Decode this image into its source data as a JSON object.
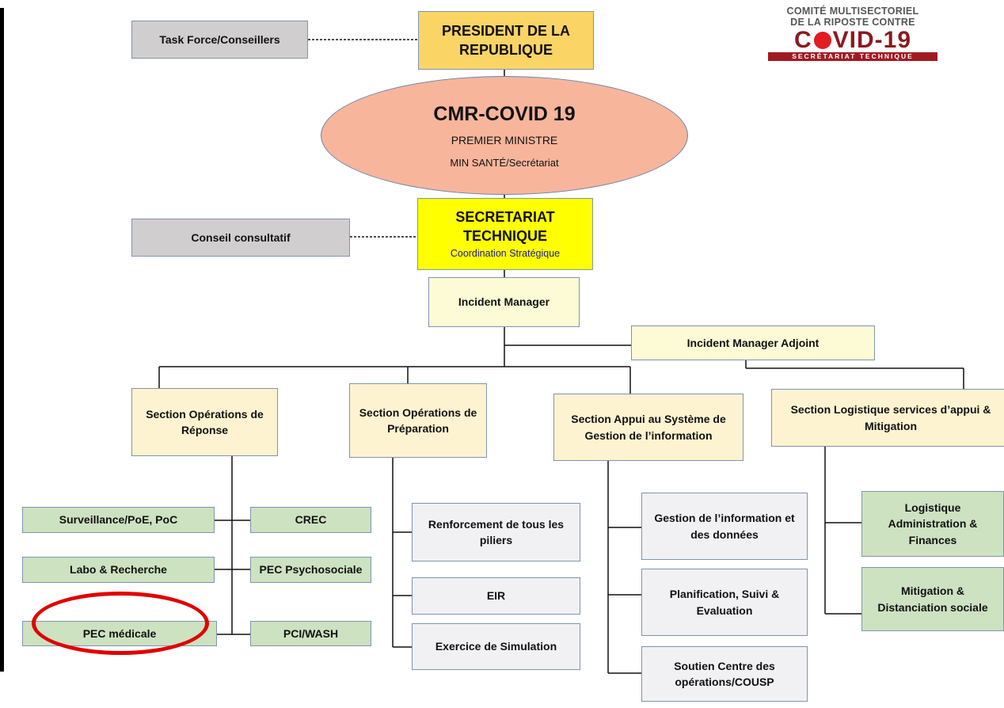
{
  "logo": {
    "line1": "COMITÉ MULTISECTORIEL",
    "line2": "DE LA RIPOSTE CONTRE",
    "line3_pre": "C",
    "line3_post": "VID-19",
    "line4": "SECRÉTARIAT TECHNIQUE"
  },
  "nodes": {
    "task_force": "Task Force/Conseillers",
    "president": "PRESIDENT DE LA REPUBLIQUE",
    "cmr_title": "CMR-COVID 19",
    "cmr_line2": "PREMIER MINISTRE",
    "cmr_line3": "MIN SANTÉ/Secrétariat",
    "conseil": "Conseil consultatif",
    "secretariat": "SECRETARIAT TECHNIQUE",
    "secretariat_sub": "Coordination Stratégique",
    "incident_manager": "Incident Manager",
    "incident_adjoint": "Incident Manager Adjoint",
    "sec_reponse": "Section Opérations de Réponse",
    "sec_preparation": "Section Opérations de Préparation",
    "sec_appui": "Section Appui au Système de Gestion de l’information",
    "sec_logistique": "Section Logistique services d’appui & Mitigation",
    "surveillance": "Surveillance/PoE, PoC",
    "crec": "CREC",
    "labo": "Labo & Recherche",
    "pec_psycho": "PEC Psychosociale",
    "pec_medicale": "PEC médicale",
    "pci_wash": "PCI/WASH",
    "renforcement": "Renforcement de tous les piliers",
    "eir": "EIR",
    "exercice": "Exercice de Simulation",
    "gestion_info": "Gestion de l’information et des données",
    "planification": "Planification, Suivi & Evaluation",
    "soutien": "Soutien Centre des opérations/COUSP",
    "logistique_admin": "Logistique Administration & Finances",
    "mitigation": "Mitigation & Distanciation sociale"
  },
  "colors": {
    "gray_box": "#d0cece",
    "cream_box": "#fdf3d1",
    "green_box": "#cde2c0",
    "light_gray_box": "#f1f1f3",
    "president_box": "#fbd466",
    "secretariat_box": "#ffff00",
    "ellipse": "#f7b59c",
    "highlight": "#e00000"
  }
}
